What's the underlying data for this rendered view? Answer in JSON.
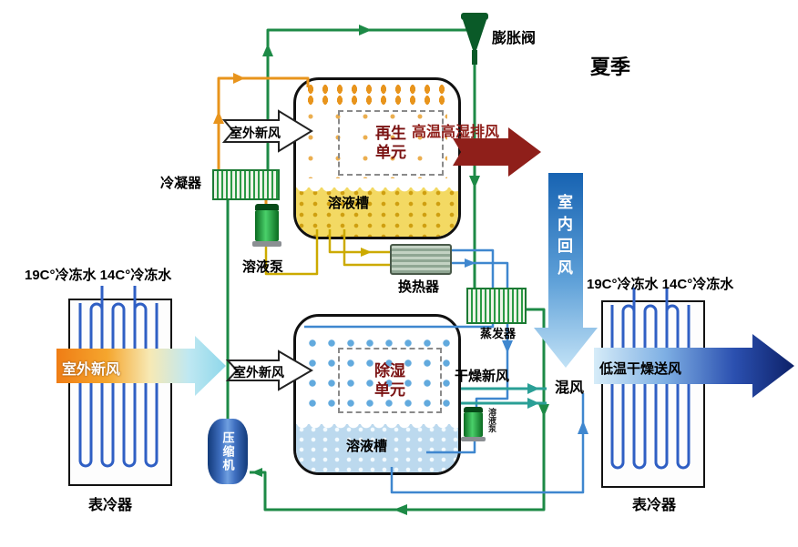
{
  "season": "夏季",
  "expansion_valve": "膨胀阀",
  "regen": {
    "outdoor_air": "室外新风",
    "unit": "再生单元",
    "exhaust": "高温高湿排风",
    "tank": "溶液槽",
    "condenser": "冷凝器",
    "pump": "溶液泵"
  },
  "middle": {
    "heat_exchanger": "换热器",
    "evaporator": "蒸发器",
    "return_air": "室内回风",
    "mix_air": "混风",
    "compressor": "压缩机"
  },
  "dehumid": {
    "outdoor_air": "室外新风",
    "unit": "除湿单元",
    "dry_air": "干燥新风",
    "tank": "溶液槽",
    "pump": "溶液泵"
  },
  "left": {
    "chilled_water": "19C°冷冻水 14C°冷冻水",
    "outdoor_air": "室外新风",
    "cooler": "表冷器"
  },
  "right": {
    "chilled_water": "19C°冷冻水 14C°冷冻水",
    "supply_air": "低温干燥送风",
    "cooler": "表冷器"
  },
  "colors": {
    "pipe_green": "#1d8a46",
    "pipe_orange": "#e8941c",
    "pipe_yellow": "#ccaa00",
    "pipe_blue": "#3f87cf",
    "pipe_teal": "#2a9f96",
    "exhaust_red": "#8f1f1a",
    "unit_text_maroon": "#7a1212",
    "return_air_blue": "#1763b2"
  }
}
